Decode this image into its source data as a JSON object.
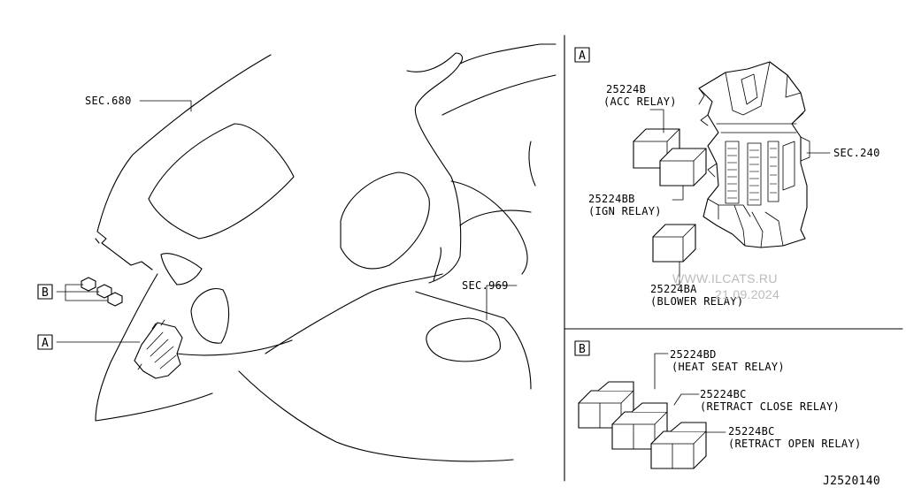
{
  "diagram_code": "J2520140",
  "watermark": {
    "site": "WWW.ILCATS.RU",
    "date": "21.09.2024"
  },
  "section_refs": {
    "sec680": "SEC.680",
    "sec969": "SEC.969",
    "sec240": "SEC.240"
  },
  "box_labels": {
    "a": "A",
    "b": "B"
  },
  "panel_a": {
    "acc_code": "25224B",
    "acc_name": "(ACC RELAY)",
    "ign_code": "25224BB",
    "ign_name": "(IGN RELAY)",
    "blower_code": "25224BA",
    "blower_name": "(BLOWER RELAY)"
  },
  "panel_b": {
    "heat_code": "25224BD",
    "heat_name": "(HEAT SEAT RELAY)",
    "close_code": "25224BC",
    "close_name": "(RETRACT CLOSE RELAY)",
    "open_code": "25224BC",
    "open_name": "(RETRACT OPEN RELAY)"
  }
}
